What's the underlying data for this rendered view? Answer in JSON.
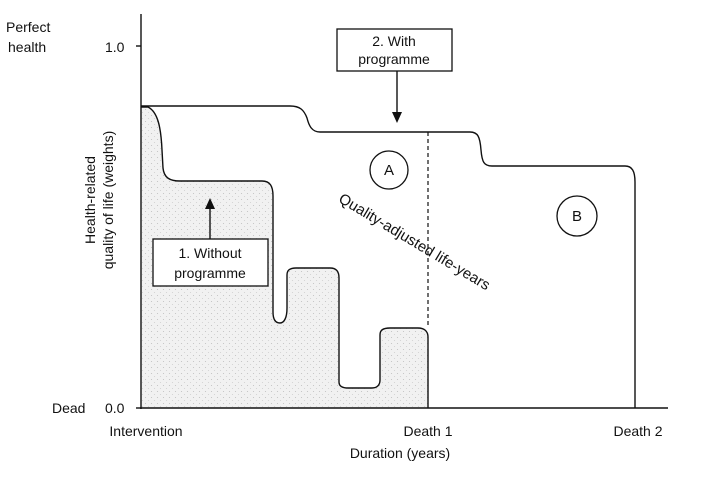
{
  "y_axis": {
    "title_line1": "Health-related",
    "title_line2": "quality of life (weights)",
    "top_label_line1": "Perfect",
    "top_label_line2": "health",
    "top_tick": "1.0",
    "bottom_label": "Dead",
    "bottom_tick": "0.0"
  },
  "x_axis": {
    "title": "Duration (years)",
    "ticks": [
      "Intervention",
      "Death 1",
      "Death 2"
    ]
  },
  "callouts": {
    "with_programme_line1": "2. With",
    "with_programme_line2": "programme",
    "without_programme_line1": "1. Without",
    "without_programme_line2": "programme"
  },
  "regions": {
    "a": "A",
    "b": "B",
    "qaly_label": "Quality-adjusted life-years"
  }
}
